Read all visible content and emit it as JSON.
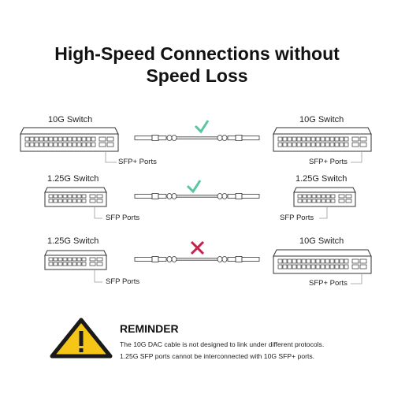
{
  "title_line1": "High-Speed Connections without",
  "title_line2": "Speed Loss",
  "rows": [
    {
      "left_switch": "10G Switch",
      "left_ports": "SFP+ Ports",
      "result": "check",
      "right_switch": "10G Switch",
      "right_ports": "SFP+ Ports"
    },
    {
      "left_switch": "1.25G Switch",
      "left_ports": "SFP Ports",
      "result": "check",
      "right_switch": "1.25G Switch",
      "right_ports": "SFP Ports"
    },
    {
      "left_switch": "1.25G Switch",
      "left_ports": "SFP Ports",
      "result": "cross",
      "right_switch": "10G Switch",
      "right_ports": "SFP+ Ports"
    }
  ],
  "colors": {
    "check": "#5bc4a4",
    "cross": "#c8204b",
    "warning": "#f5c518"
  },
  "reminder": {
    "title": "REMINDER",
    "line1": "The 10G DAC cable is not designed to link under different protocols.",
    "line2": "1.25G SFP ports cannot be interconnected with 10G SFP+ ports."
  }
}
